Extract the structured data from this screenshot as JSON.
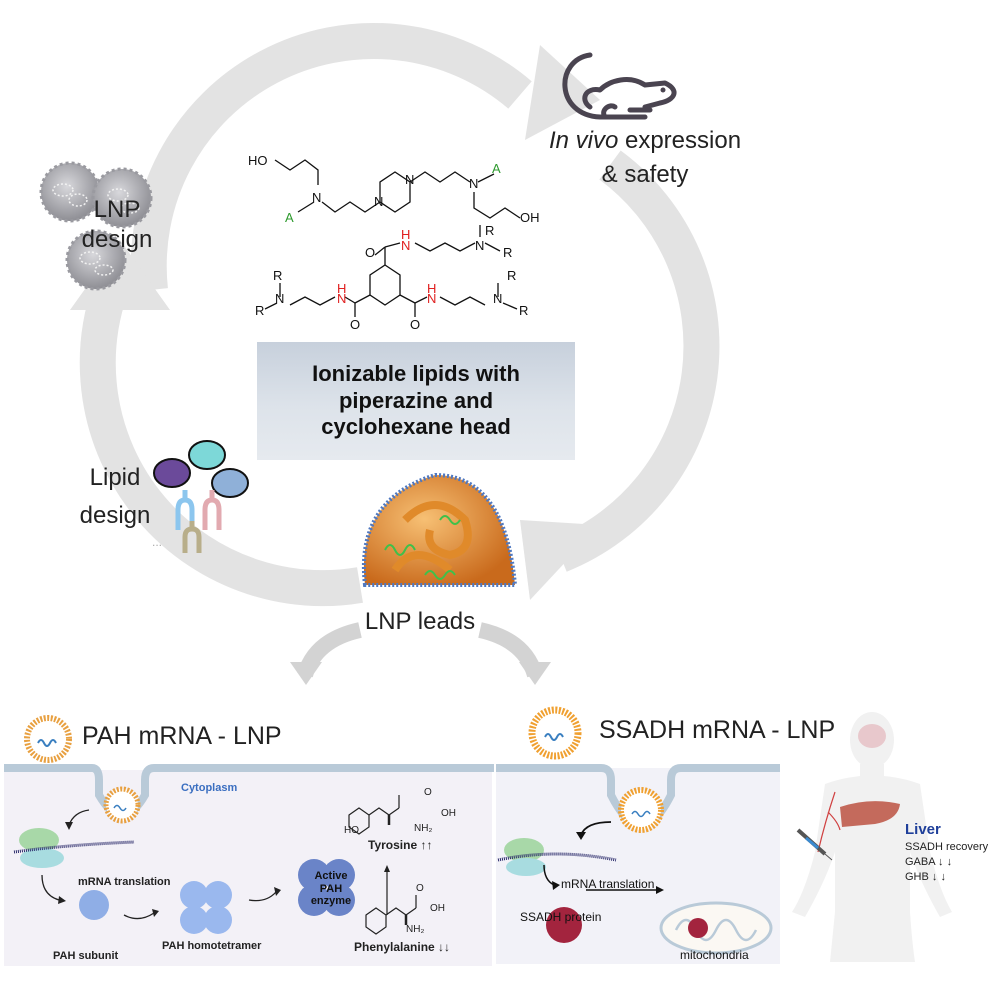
{
  "cycle": {
    "steps": [
      {
        "id": "lnp-design",
        "label_line1": "LNP",
        "label_line2": "design"
      },
      {
        "id": "in-vivo",
        "label_italic": "In vivo",
        "label_rest": " expression",
        "label_line2": "& safety"
      },
      {
        "id": "lnp-leads",
        "label": "LNP leads"
      },
      {
        "id": "lipid-design",
        "label_line1": "Lipid",
        "label_line2": "design",
        "ellipsis": "..."
      }
    ],
    "arrow_color": "#e3e3e3"
  },
  "center": {
    "title_line1": "Ionizable lipids with",
    "title_line2": "piperazine and",
    "title_line3": "cyclohexane head",
    "chem_piperazine": {
      "ho": "HO",
      "oh": "OH",
      "n": "N",
      "a": "A"
    },
    "chem_cyclohexane": {
      "r": "R",
      "n": "N",
      "h": "H",
      "o": "O"
    }
  },
  "panels": {
    "pah": {
      "title": "PAH mRNA - LNP",
      "cytoplasm": "Cytoplasm",
      "mrna_translation": "mRNA translation",
      "subunit": "PAH subunit",
      "homotetramer": "PAH homotetramer",
      "active_enzyme_line1": "Active",
      "active_enzyme_line2": "PAH",
      "active_enzyme_line3": "enzyme",
      "tyrosine": "Tyrosine",
      "phenylalanine": "Phenylalanine",
      "oh": "OH",
      "ho": "HO",
      "nh2": "NH₂",
      "o": "O",
      "up_arrows": "↑↑",
      "down_arrows": "↓↓"
    },
    "ssadh": {
      "title": "SSADH mRNA - LNP",
      "mrna_translation": "mRNA translation",
      "protein": "SSADH protein",
      "mitochondria": "mitochondria",
      "liver_title": "Liver",
      "liver_lines": [
        "SSADH recovery",
        "GABA ↓ ↓",
        "GHB ↓ ↓"
      ]
    }
  },
  "colors": {
    "membrane": "#b9cad8",
    "cell_bg": "#f3f1f7",
    "lnp_orange": "#f0a030",
    "protein_blue": "#7f9fdc",
    "active_blue": "#5b74b8",
    "ssadh_protein": "#a3243e",
    "liver_title": "#1f3f9a",
    "liver_organ": "#c46a5c",
    "mouse": "#4a4450"
  }
}
